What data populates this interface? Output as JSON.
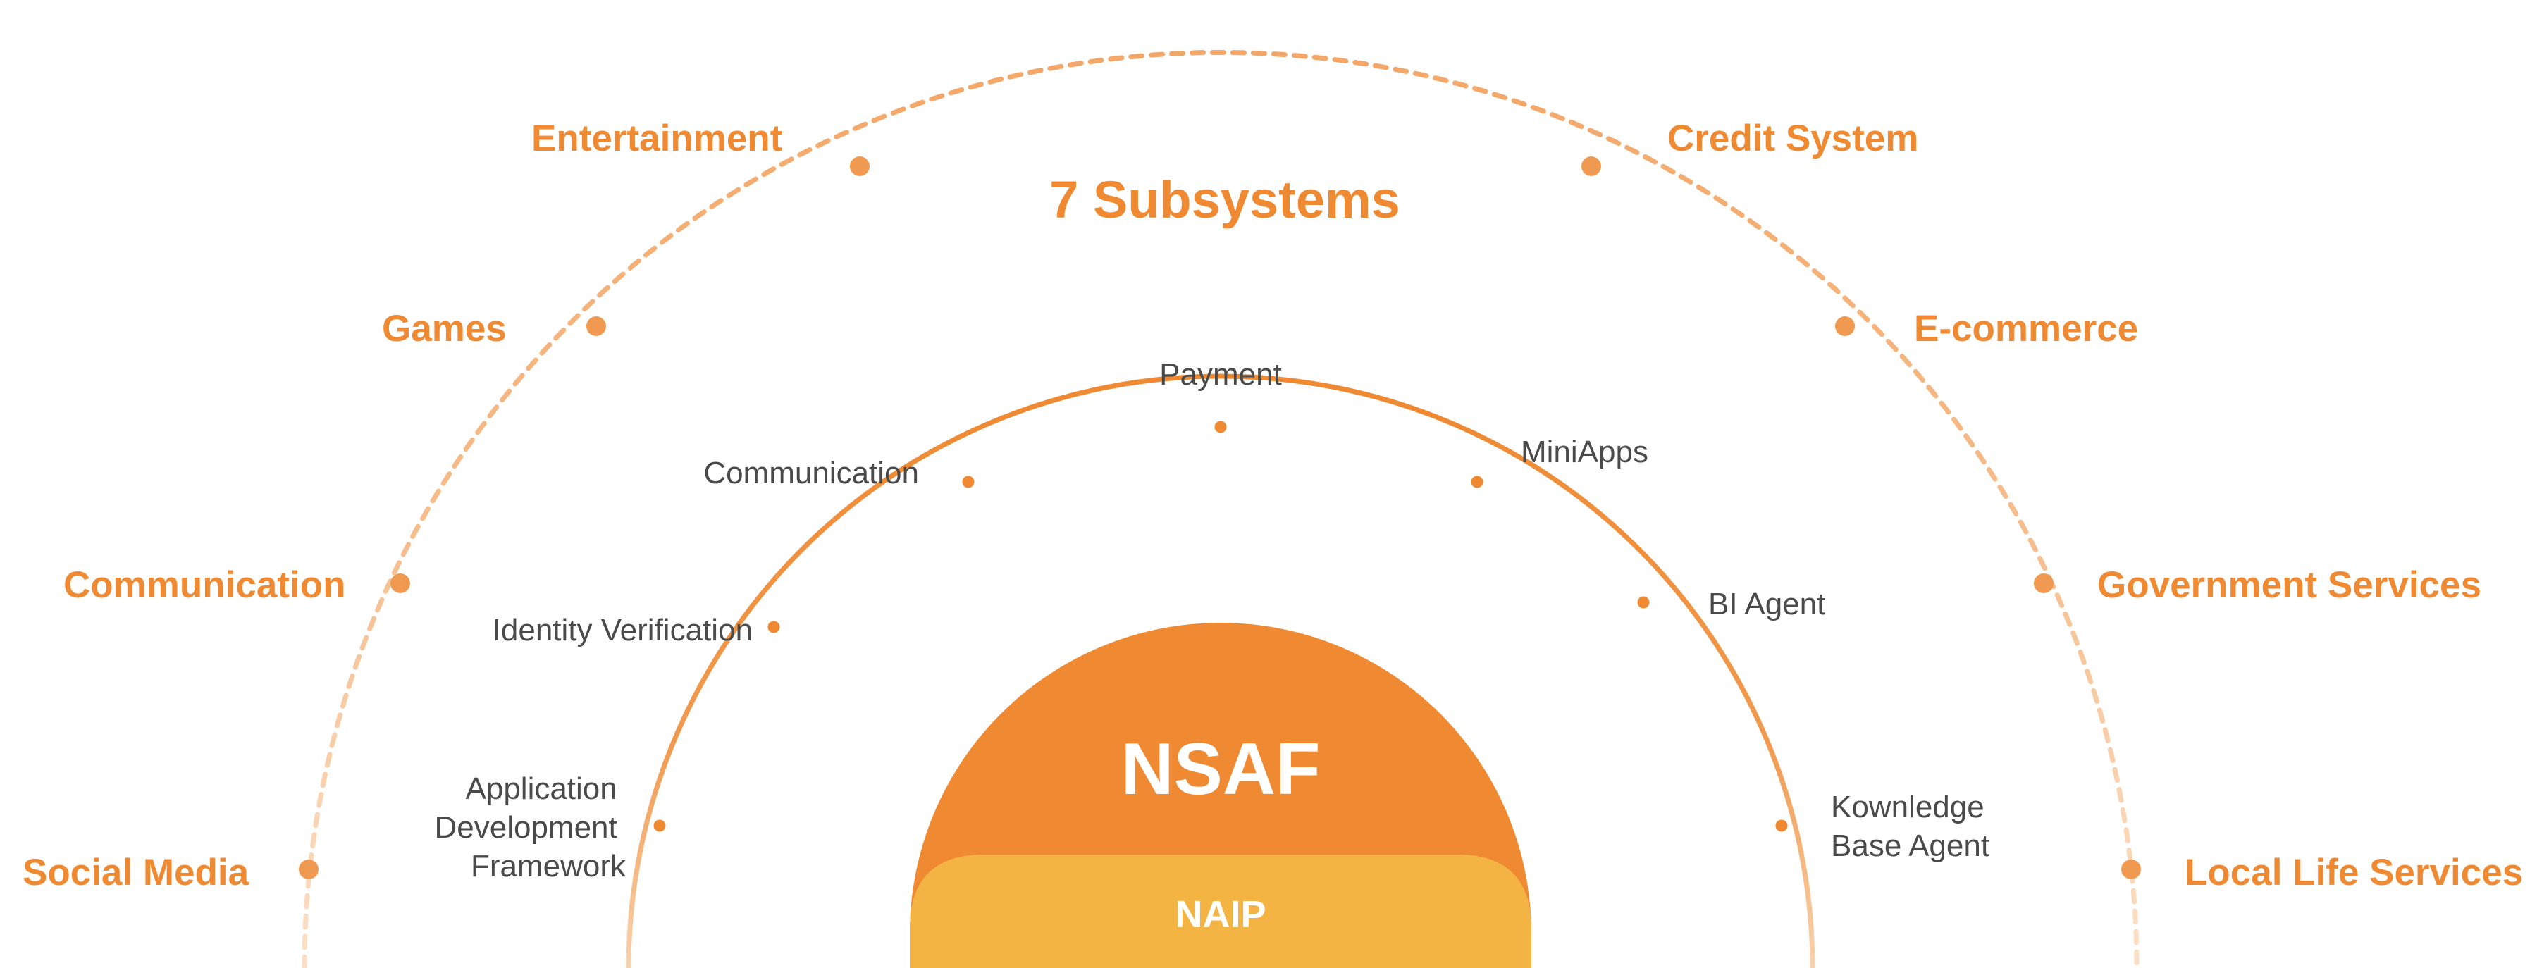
{
  "title": "7 Subsystems",
  "core": {
    "top_label": "NSAF",
    "base_label": "NAIP"
  },
  "outer_ring": {
    "items": [
      {
        "label": "Social Media"
      },
      {
        "label": "Communication"
      },
      {
        "label": "Games"
      },
      {
        "label": "Entertainment"
      },
      {
        "label": "Credit System"
      },
      {
        "label": "E-commerce"
      },
      {
        "label": "Government Services"
      },
      {
        "label": "Local Life Services"
      }
    ]
  },
  "inner_ring": {
    "items": [
      {
        "label": "Application\nDevelopment\nFramework"
      },
      {
        "label": "Identity Verification"
      },
      {
        "label": "Communication"
      },
      {
        "label": "Payment"
      },
      {
        "label": "MiniApps"
      },
      {
        "label": "BI Agent"
      },
      {
        "label": "Kownledge\nBase Agent"
      }
    ]
  },
  "colors": {
    "accent_orange": "#ef8a33",
    "ring_orange": "#f0913e",
    "ring_fade": "#f9d7b6",
    "outer_dash": "#f6b987",
    "base_yellow": "#f4b443",
    "core_orange": "#ef8a33",
    "label_dark": "#4a4a4a",
    "white": "#ffffff"
  }
}
